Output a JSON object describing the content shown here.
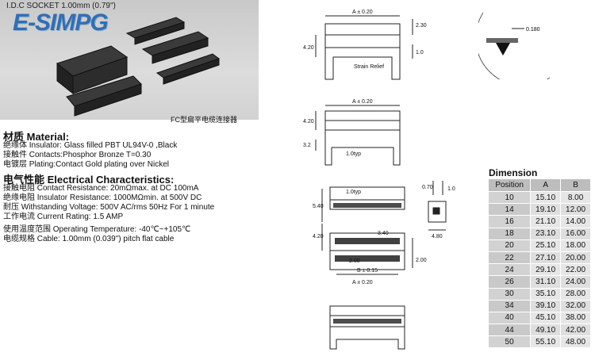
{
  "header": {
    "photo_title": "I.D.C SOCKET 1.00mm (0.79\")",
    "brand": "E-SIMPG",
    "caption": "FC型扁平电缆连接器"
  },
  "material": {
    "title": "材质 Material:",
    "lines": [
      "绝缘体 Insulator: Glass filled PBT UL94V-0 ,Black",
      "接触件 Contacts:Phosphor Bronze    T=0.30",
      "电镀层 Plating:Contact Gold plating over Nickel"
    ]
  },
  "electrical": {
    "title": "电气性能 Electrical Characteristics:",
    "lines": [
      "接触电阻 Contact Resistance: 20mΩmax. at DC 100mA",
      "绝缘电阻 Insulator Resistance: 1000MΩmin. at 500V DC",
      "耐压 Withstanding Voltage: 500V AC/rms 50Hz For 1 minute",
      "工作电流 Current Rating: 1.5 AMP",
      "使用温度范围  Operating Temperature: -40℃~+105℃",
      "电缆规格 Cable: 1.00mm (0.039\") pitch flat cable"
    ]
  },
  "drawing": {
    "a_tol": "A ± 0.20",
    "h_230": "2.30",
    "h_420": "4.20",
    "h_10": "1.0",
    "strain_relief": "Strain Relief",
    "h_32": "3.2",
    "typ1": "1.0typ",
    "typ2": "1.0typ",
    "h_70": "0.70",
    "w_10": "1.0",
    "w_480": "4.80",
    "h_540": "5.40",
    "h_420b": "4.20",
    "w_340": "3.40",
    "w_200": "2.00",
    "b_tol": "B ± 0.15",
    "h_200": "2.00",
    "detail_dim": "0.180"
  },
  "dimension": {
    "title": "Dimension",
    "headers": [
      "Position",
      "A",
      "B"
    ],
    "rows": [
      [
        "10",
        "15.10",
        "8.00"
      ],
      [
        "14",
        "19.10",
        "12.00"
      ],
      [
        "16",
        "21.10",
        "14.00"
      ],
      [
        "18",
        "23.10",
        "16.00"
      ],
      [
        "20",
        "25.10",
        "18.00"
      ],
      [
        "22",
        "27.10",
        "20.00"
      ],
      [
        "24",
        "29.10",
        "22.00"
      ],
      [
        "26",
        "31.10",
        "24.00"
      ],
      [
        "30",
        "35.10",
        "28.00"
      ],
      [
        "34",
        "39.10",
        "32.00"
      ],
      [
        "40",
        "45.10",
        "38.00"
      ],
      [
        "44",
        "49.10",
        "42.00"
      ],
      [
        "50",
        "55.10",
        "48.00"
      ]
    ]
  }
}
